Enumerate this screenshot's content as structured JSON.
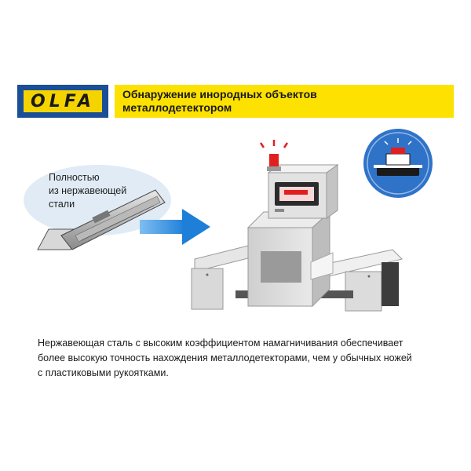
{
  "header": {
    "logo_text": "OLFA",
    "title_line1": "Обнаружение инородных объектов",
    "title_line2": "металлодетектором"
  },
  "blade_label": {
    "line1": "Полностью",
    "line2": "из нержавеющей",
    "line3": "стали"
  },
  "description": {
    "line1": "Нержавеющая сталь с высоким коэффициентом намагничивания обеспечивает",
    "line2": "более высокую точность нахождения металлодетекторами, чем у обычных ножей",
    "line3": "с пластиковыми рукоятками."
  },
  "icons": [
    "olfa-logo",
    "utility-knife-icon",
    "arrow-right-icon",
    "metal-detector-machine-icon",
    "alarm-lamp-icon",
    "conveyor-badge-icon"
  ],
  "colors": {
    "brand_blue": "#1a4f97",
    "brand_yellow": "#fde100",
    "arrow_blue": "#1e7fd8",
    "badge_blue": "#2f73c9",
    "alarm_red": "#e02020"
  }
}
